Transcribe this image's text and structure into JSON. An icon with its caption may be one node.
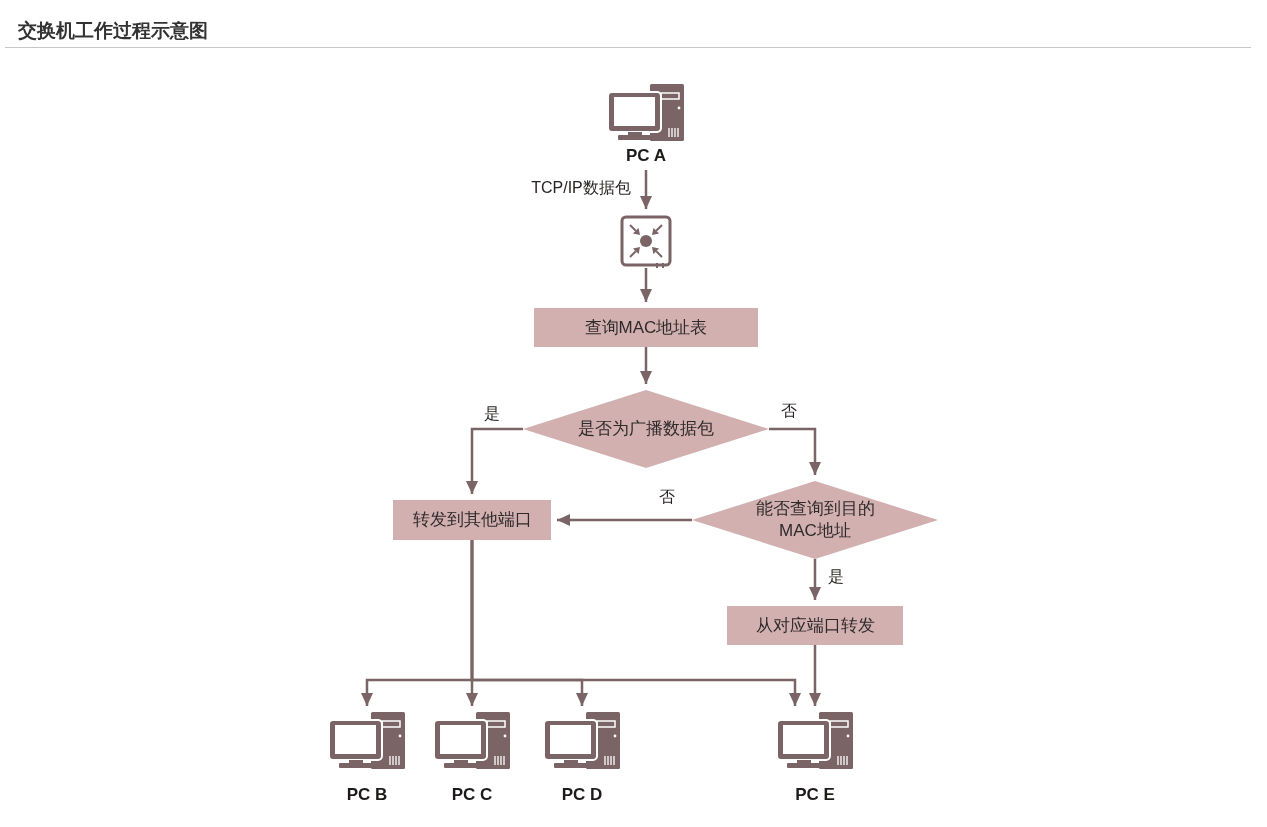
{
  "diagram": {
    "title": "交换机工作过程示意图",
    "nodes": [
      {
        "text": [
          "PC A"
        ]
      },
      {
        "text": [],
        "shape": "picture"
      },
      {
        "text": [
          "查询MAC地址表"
        ]
      },
      {
        "text": [
          "是否为广播数据包"
        ]
      },
      {
        "text": [
          "转发到其他端口"
        ]
      },
      {
        "text": [
          "能否查询到目的MAC地址"
        ]
      },
      {
        "text": [
          "从对应端口转发"
        ]
      },
      {
        "text": [
          "PC B"
        ]
      },
      {
        "text": [
          "PC C"
        ]
      },
      {
        "text": [
          "PC D"
        ]
      },
      {
        "text": [
          "PC E"
        ]
      }
    ],
    "edges": [
      {
        "from": 0,
        "to": 1,
        "arrow": "to",
        "label": "TCP/IP数据包"
      },
      {
        "from": 1,
        "to": 2,
        "arrow": "to"
      },
      {
        "from": 2,
        "to": 3,
        "arrow": "to"
      },
      {
        "from": 3,
        "to": 4,
        "arrow": "to",
        "label": "是"
      },
      {
        "from": 3,
        "to": 5,
        "arrow": "to",
        "label": "否"
      },
      {
        "from": 5,
        "to": 4,
        "arrow": "to",
        "label": "否"
      },
      {
        "from": 5,
        "to": 6,
        "arrow": "to",
        "label": "是"
      },
      {
        "from": 4,
        "to": 7,
        "arrow": "to"
      },
      {
        "from": 4,
        "to": 8,
        "arrow": "to"
      },
      {
        "from": 4,
        "to": 9,
        "arrow": "to"
      },
      {
        "from": 4,
        "to": 10,
        "arrow": "to"
      },
      {
        "from": 6,
        "to": 10,
        "arrow": "to"
      }
    ]
  }
}
